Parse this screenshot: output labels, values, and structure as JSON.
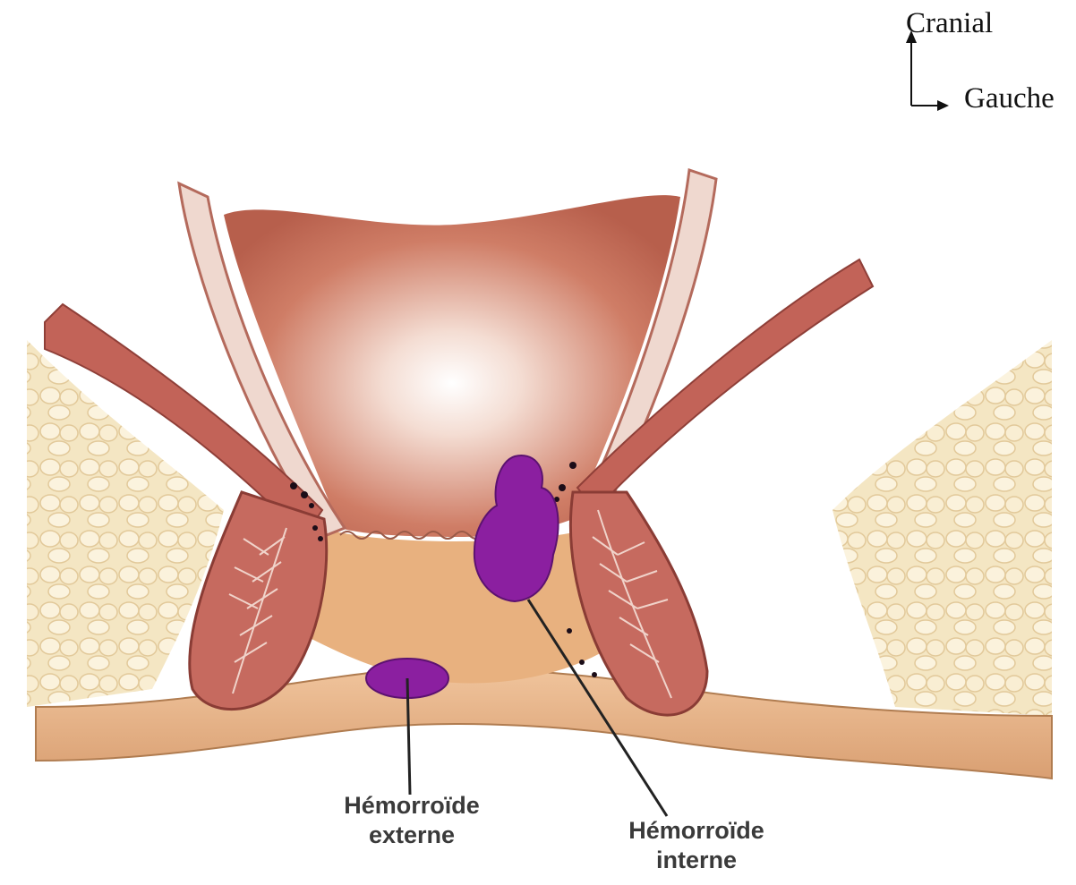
{
  "orientation": {
    "up_label": "Cranial",
    "right_label": "Gauche"
  },
  "callouts": {
    "external": {
      "line1": "Hémorroïde",
      "line2": "externe"
    },
    "internal": {
      "line1": "Hémorroïde",
      "line2": "interne"
    }
  },
  "colors": {
    "rectal_wall": "#c46a58",
    "muscle": "#b85c55",
    "fat": "#f3e2b8",
    "skin": "#e6b488",
    "hemorrhoid": "#8b1fa0"
  }
}
